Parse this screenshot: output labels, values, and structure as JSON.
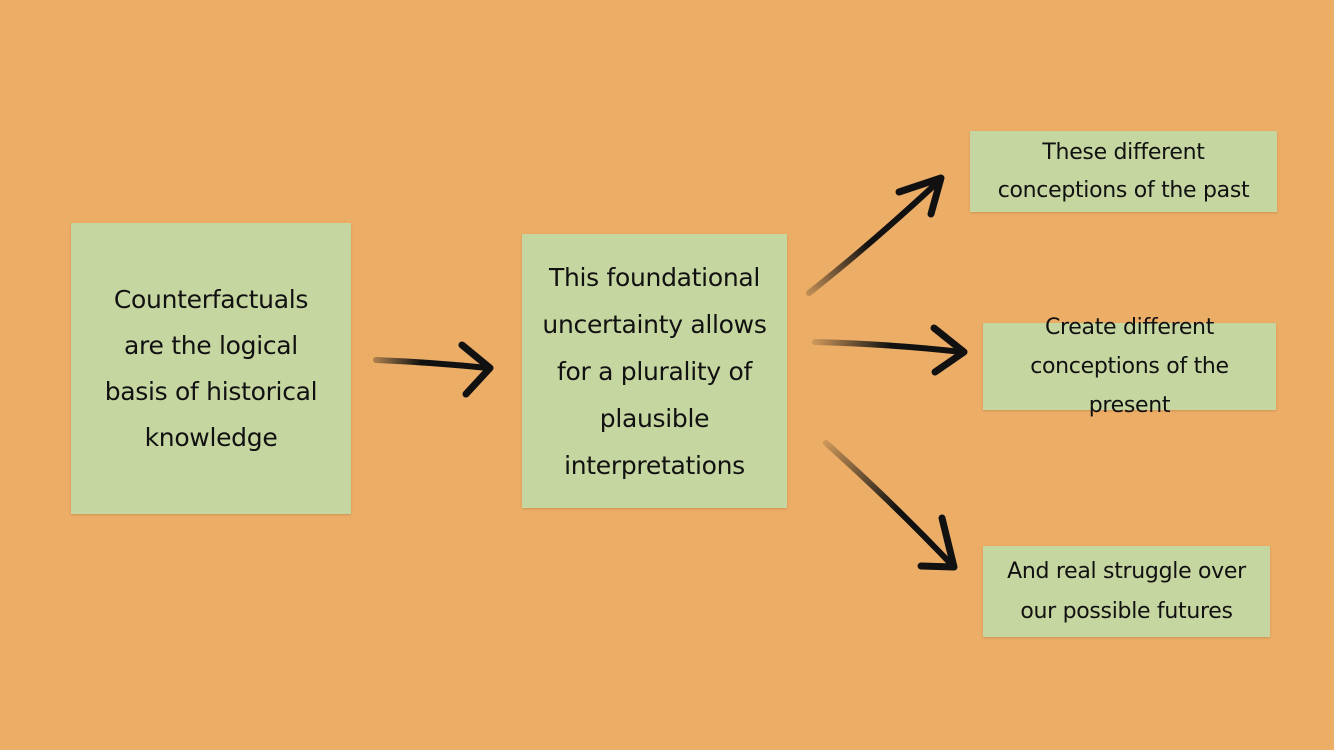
{
  "colors": {
    "background": "#ECAD67",
    "note": "#C6D6A1",
    "arrow": "#111111"
  },
  "diagram": {
    "nodes": {
      "counterfactuals": "Counterfactuals are the logical basis of historical knowledge",
      "uncertainty": "This foundational uncertainty allows for a plurality of plausible interpretations",
      "past": "These different conceptions of the past",
      "present": "Create different conceptions of the present",
      "futures": "And real struggle over our possible futures"
    },
    "edges": [
      {
        "from": "counterfactuals",
        "to": "uncertainty"
      },
      {
        "from": "uncertainty",
        "to": "past"
      },
      {
        "from": "uncertainty",
        "to": "present"
      },
      {
        "from": "uncertainty",
        "to": "futures"
      }
    ]
  }
}
